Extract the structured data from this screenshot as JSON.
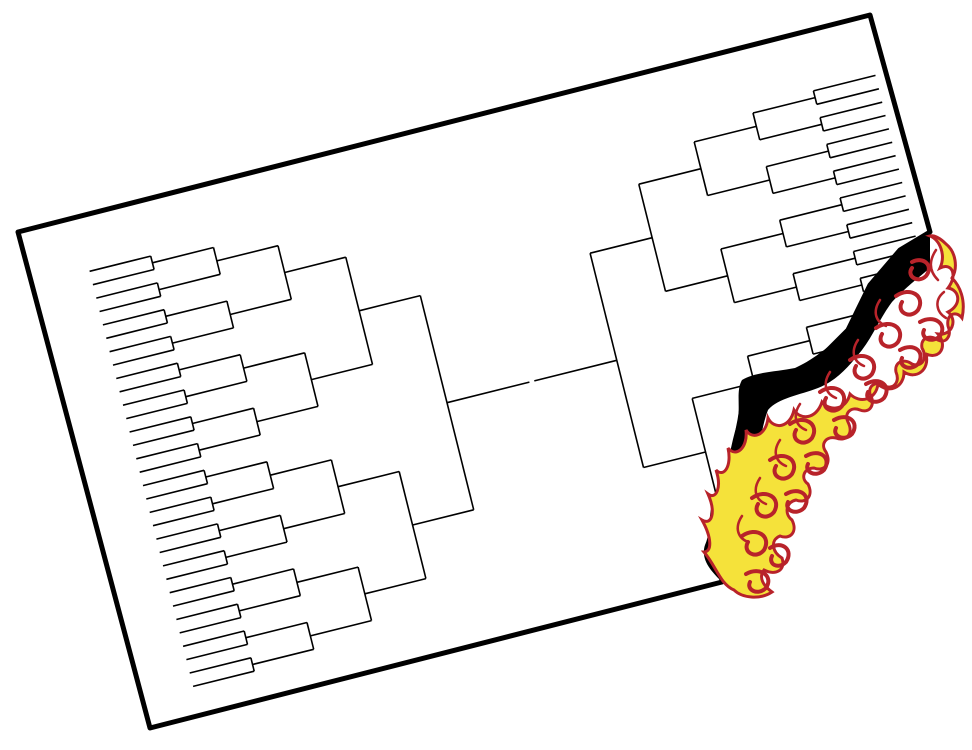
{
  "illustration": {
    "subject": "burning-tournament-bracket",
    "colors": {
      "paper": "#ffffff",
      "ink": "#000000",
      "char": "#000000",
      "flame_outline": "#b8232a",
      "flame_fill": "#f5e23a"
    },
    "bracket": {
      "left_first_round_slots": 32,
      "right_first_round_slots": 32,
      "rounds_per_side": 5
    }
  }
}
